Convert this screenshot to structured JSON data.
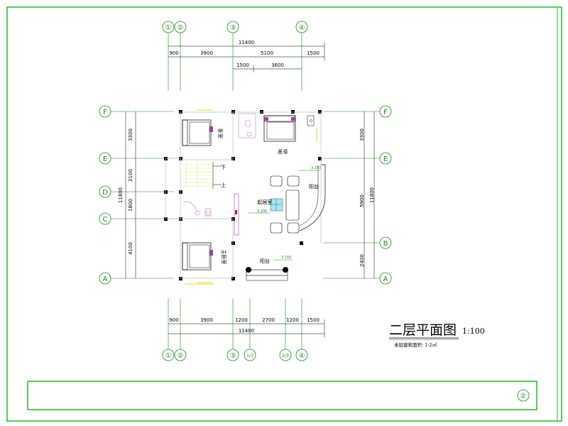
{
  "drawing": {
    "title": "二层平面图",
    "scale": "1:100",
    "area_note": "本层建筑面积: 1:2㎡",
    "sheet_number": "②"
  },
  "axes": {
    "top": [
      "①",
      "②",
      "③",
      "④"
    ],
    "bottom": [
      "①",
      "②",
      "③",
      "1/3",
      "2/3",
      "④"
    ],
    "left": [
      "F",
      "E",
      "D",
      "C",
      "A"
    ],
    "right": [
      "F",
      "E",
      "B",
      "A"
    ]
  },
  "dimensions": {
    "top_total": "11400",
    "top_segments": [
      "900",
      "3900",
      "5100",
      "1500"
    ],
    "top_inner": [
      "1500",
      "3600"
    ],
    "bottom_total": "11400",
    "bottom_segments": [
      "900",
      "3900",
      "1200",
      "2700",
      "1200",
      "1500"
    ],
    "left_segments": [
      "3300",
      "2100",
      "1800",
      "4100"
    ],
    "left_total": "11800",
    "right_segments": [
      "3300",
      "5900",
      "2400"
    ],
    "right_total": "11800"
  },
  "rooms": {
    "bedroom_1": "卧室",
    "bedroom_2": "卧室",
    "living": "起居室",
    "balcony_east": "阳台",
    "balcony_south": "阳台",
    "master_bedroom": "主卧室",
    "stair_down": "下",
    "stair_up": "上"
  },
  "levels": {
    "l1": "3.150",
    "l2": "3.200",
    "l3": "3.150"
  }
}
